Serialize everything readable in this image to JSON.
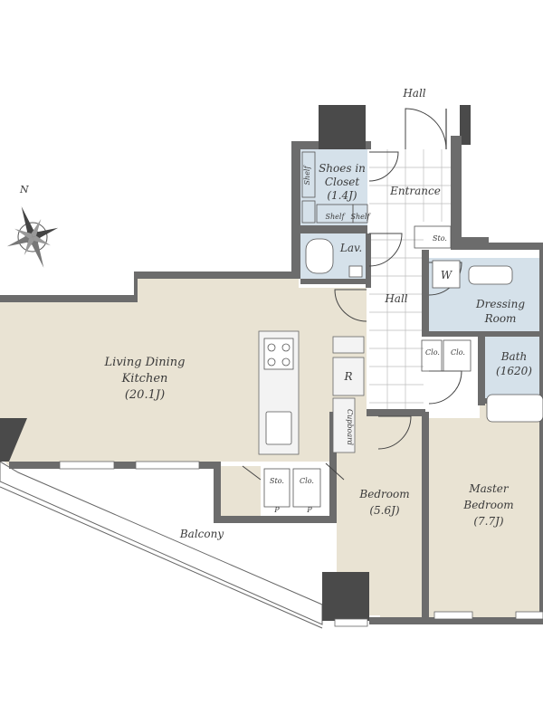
{
  "rooms": {
    "living_title": "Living Dining",
    "living_sub": "Kitchen",
    "living_size": "(20.1J)",
    "bedroom": "Bedroom",
    "bedroom_size": "(5.6J)",
    "master_1": "Master",
    "master_2": "Bedroom",
    "master_size": "(7.7J)",
    "dressing_1": "Dressing",
    "dressing_2": "Room",
    "bath": "Bath",
    "bath_size": "(1620)",
    "hall_top": "Hall",
    "hall_inner": "Hall",
    "entrance": "Entrance",
    "shoes_1": "Shoes in",
    "shoes_2": "Closet",
    "shoes_size": "(1.4J)",
    "lav": "Lav.",
    "sto_top": "Sto.",
    "sto_bottom": "Sto.",
    "clo_bottom": "Clo.",
    "clo_left": "Clo.",
    "clo_right": "Clo.",
    "balcony": "Balcony",
    "cupboard": "Cupboard",
    "refrigerator": "R",
    "washer": "W",
    "shelf_1": "Shelf",
    "shelf_2": "Shelf",
    "shelf_3": "Shelf",
    "p_1": "P",
    "p_2": "P"
  },
  "compass": {
    "north": "N"
  }
}
